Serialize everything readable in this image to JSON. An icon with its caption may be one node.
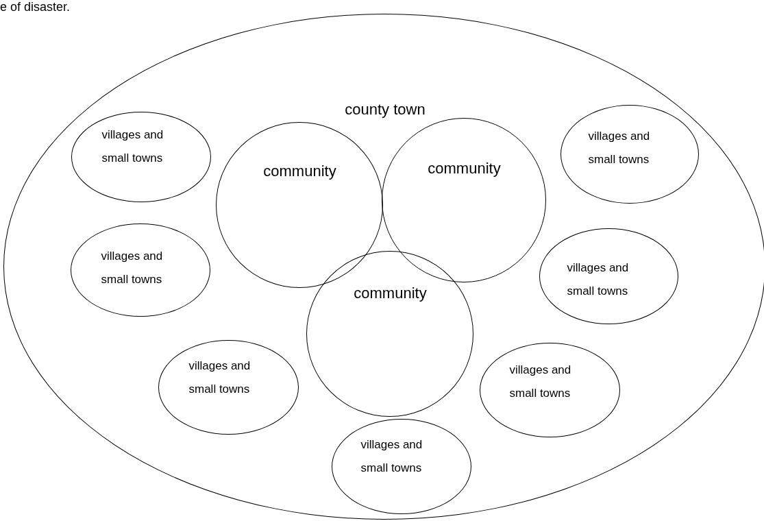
{
  "diagram": {
    "nodes": [
      {
        "text": [
          "county town"
        ]
      },
      {
        "text": [
          "villages and small towns"
        ],
        "in": 0
      },
      {
        "text": [
          "community"
        ],
        "in": 0
      },
      {
        "text": [
          "community"
        ],
        "in": 0
      },
      {
        "text": [
          "villages and small towns"
        ],
        "in": 0
      },
      {
        "text": [
          "villages and small towns"
        ],
        "in": 0
      },
      {
        "text": [
          "community"
        ],
        "in": 0
      },
      {
        "text": [
          "villages and small towns"
        ],
        "in": 0
      },
      {
        "text": [
          "villages and small towns"
        ],
        "in": 0
      },
      {
        "text": [
          "villages and small towns"
        ],
        "in": 0
      },
      {
        "text": [
          "villages and small towns"
        ],
        "in": 0
      }
    ],
    "edges": [],
    "labels": [
      "e of disaster."
    ]
  }
}
